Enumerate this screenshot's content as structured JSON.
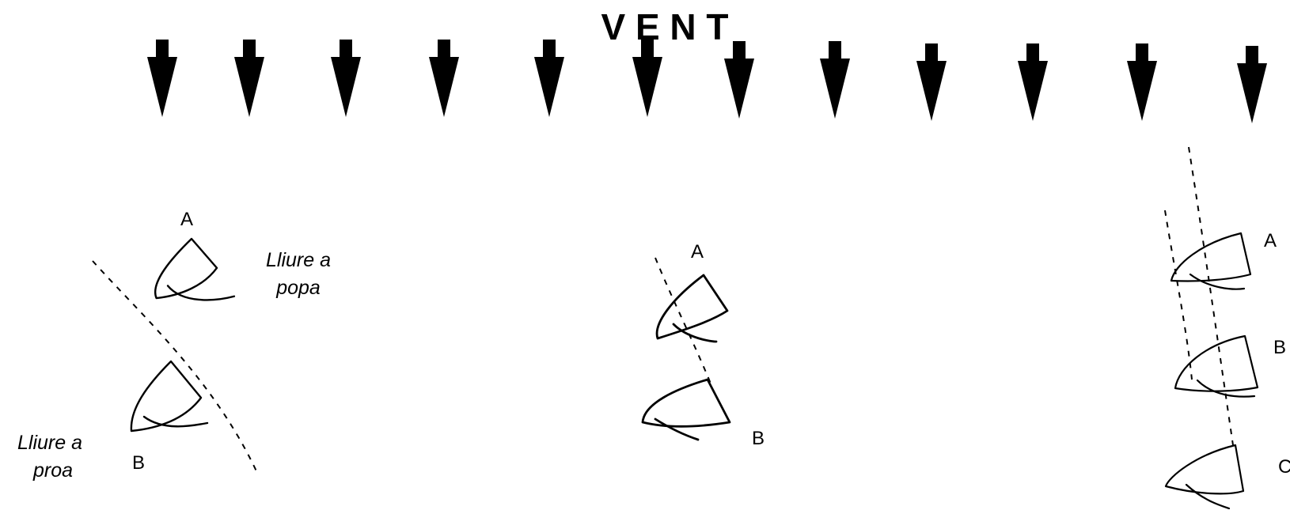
{
  "title": "V E N T",
  "left_scene": {
    "boat_a_label": "A",
    "boat_b_label": "B",
    "note_a_line1": "Lliure a",
    "note_a_line2": "popa",
    "note_b_line1": "Lliure a",
    "note_b_line2": "proa"
  },
  "middle_scene": {
    "boat_a_label": "A",
    "boat_b_label": "B"
  },
  "right_scene": {
    "boat_a_label": "A",
    "boat_b_label": "B",
    "boat_c_label": "C"
  }
}
